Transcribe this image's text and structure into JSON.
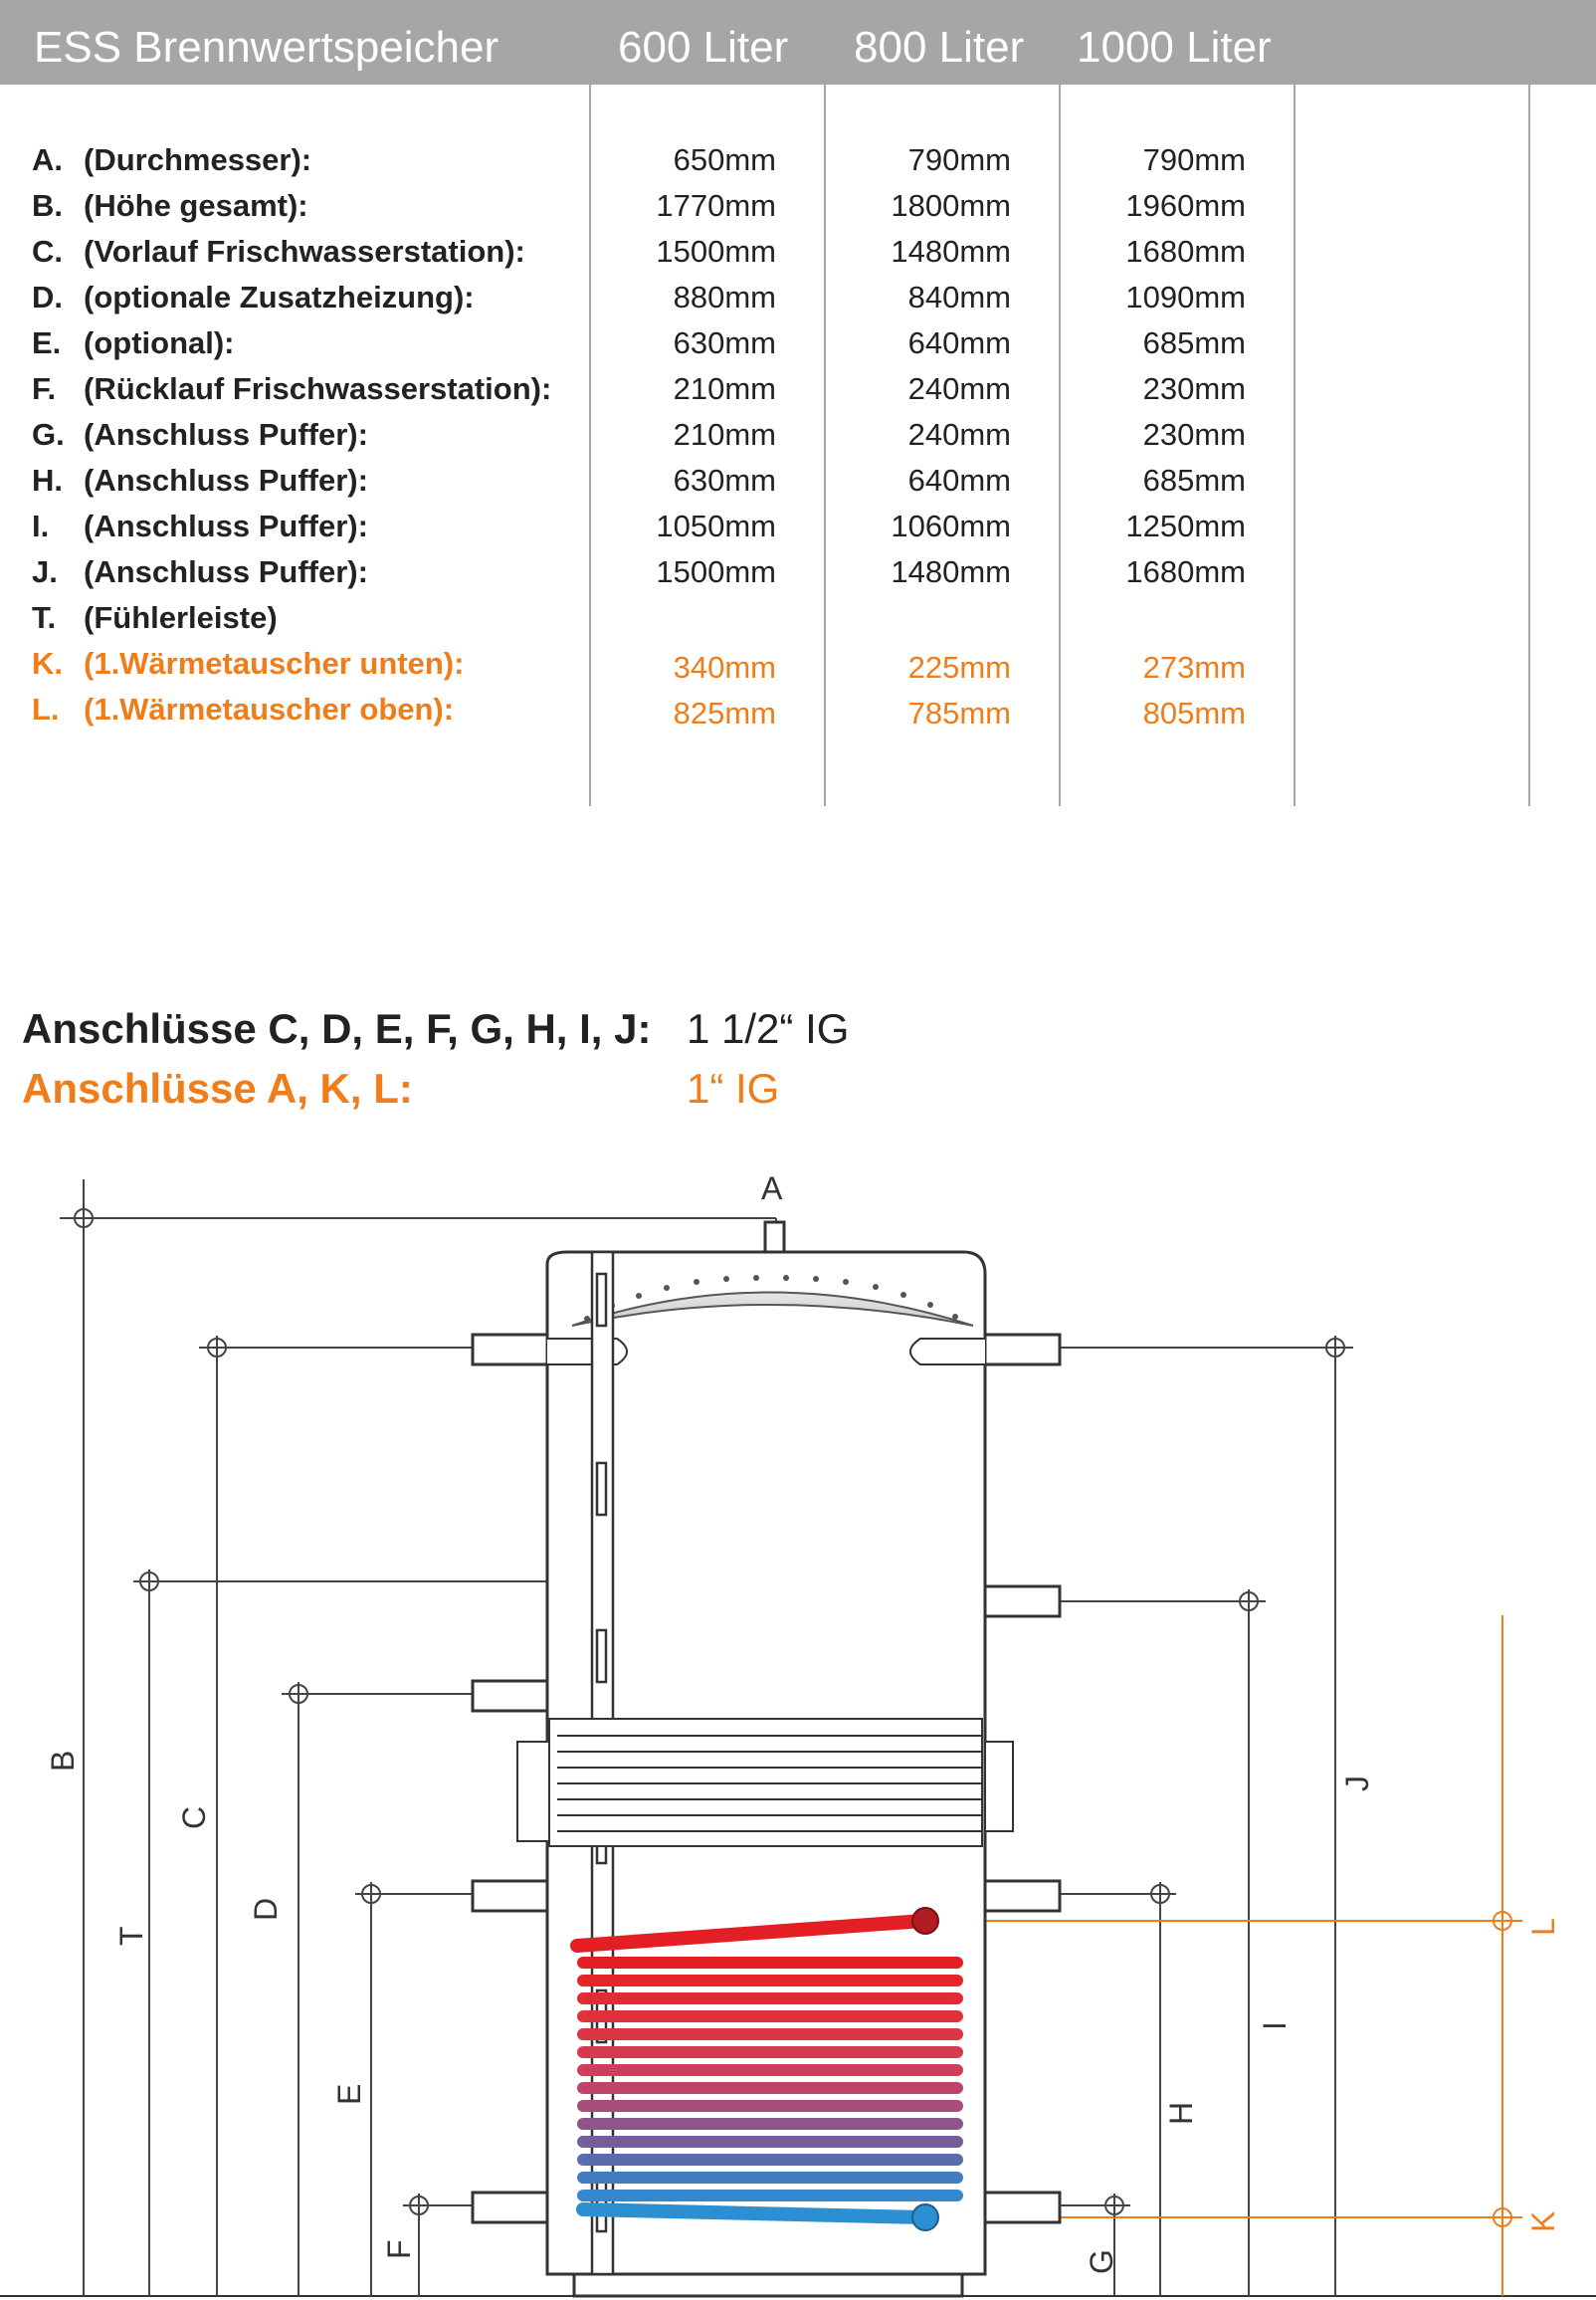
{
  "table": {
    "headers": [
      "ESS Brennwertspeicher",
      "600 Liter",
      "800 Liter",
      "1000 Liter"
    ],
    "rows": [
      {
        "letter": "A.",
        "label": "(Durchmesser):",
        "values": [
          "650mm",
          "790mm",
          "790mm"
        ],
        "highlight": false
      },
      {
        "letter": "B.",
        "label": "(Höhe gesamt):",
        "values": [
          "1770mm",
          "1800mm",
          "1960mm"
        ],
        "highlight": false
      },
      {
        "letter": "C.",
        "label": "(Vorlauf Frischwasserstation):",
        "values": [
          "1500mm",
          "1480mm",
          "1680mm"
        ],
        "highlight": false
      },
      {
        "letter": "D.",
        "label": "(optionale Zusatzheizung):",
        "values": [
          "880mm",
          "840mm",
          "1090mm"
        ],
        "highlight": false
      },
      {
        "letter": "E.",
        "label": "(optional):",
        "values": [
          "630mm",
          "640mm",
          "685mm"
        ],
        "highlight": false
      },
      {
        "letter": "F.",
        "label": "(Rücklauf Frischwasserstation):",
        "values": [
          "210mm",
          "240mm",
          "230mm"
        ],
        "highlight": false
      },
      {
        "letter": "G.",
        "label": "(Anschluss Puffer):",
        "values": [
          "210mm",
          "240mm",
          "230mm"
        ],
        "highlight": false
      },
      {
        "letter": "H.",
        "label": "(Anschluss Puffer):",
        "values": [
          "630mm",
          "640mm",
          "685mm"
        ],
        "highlight": false
      },
      {
        "letter": "I.",
        "label": "(Anschluss Puffer):",
        "values": [
          "1050mm",
          "1060mm",
          "1250mm"
        ],
        "highlight": false
      },
      {
        "letter": "J.",
        "label": "(Anschluss Puffer):",
        "values": [
          "1500mm",
          "1480mm",
          "1680mm"
        ],
        "highlight": false
      },
      {
        "letter": "T.",
        "label": "(Fühlerleiste)",
        "values": [
          "",
          "",
          ""
        ],
        "highlight": false
      },
      {
        "letter": "K.",
        "label": "(1.Wärmetauscher unten):",
        "values": [
          "340mm",
          "225mm",
          "273mm"
        ],
        "highlight": true
      },
      {
        "letter": "L.",
        "label": "(1.Wärmetauscher oben):",
        "values": [
          "825mm",
          "785mm",
          "805mm"
        ],
        "highlight": true
      }
    ]
  },
  "connections": [
    {
      "label": "Anschlüsse C, D, E, F, G, H, I, J:",
      "value": "1 1/2“ IG",
      "highlight": false
    },
    {
      "label": "Anschlüsse A, K, L:",
      "value": "1“ IG",
      "highlight": true
    }
  ],
  "diagram": {
    "labels": {
      "A": "A",
      "B": "B",
      "C": "C",
      "D": "D",
      "E": "E",
      "F": "F",
      "G": "G",
      "H": "H",
      "I": "I",
      "J": "J",
      "K": "K",
      "L": "L",
      "T": "T"
    }
  },
  "colors": {
    "header_bg": "#a6a6a6",
    "accent": "#ef7d1a",
    "text": "#222222",
    "coil_hot": "#e31e24",
    "coil_cold": "#2b8fd1"
  }
}
